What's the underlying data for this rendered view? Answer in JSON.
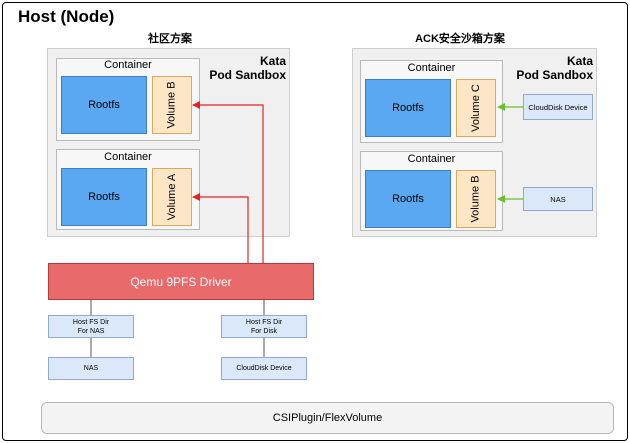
{
  "host": {
    "title": "Host (Node)"
  },
  "community": {
    "title": "社区方案",
    "sandbox_line1": "Kata",
    "sandbox_line2": "Pod Sandbox",
    "containers": [
      {
        "label": "Container",
        "rootfs": "Rootfs",
        "volume": "Volume B"
      },
      {
        "label": "Container",
        "rootfs": "Rootfs",
        "volume": "Volume A"
      }
    ],
    "driver": "Qemu 9PFS Driver",
    "host_dirs": [
      {
        "line1": "Host FS Dir",
        "line2": "For NAS",
        "backend": "NAS"
      },
      {
        "line1": "Host FS Dir",
        "line2": "For Disk",
        "backend": "CloudDisk Device"
      }
    ]
  },
  "ack": {
    "title": "ACK安全沙箱方案",
    "sandbox_line1": "Kata",
    "sandbox_line2": "Pod Sandbox",
    "containers": [
      {
        "label": "Container",
        "rootfs": "Rootfs",
        "volume": "Volume C",
        "device": "CloudDisk Device"
      },
      {
        "label": "Container",
        "rootfs": "Rootfs",
        "volume": "Volume B",
        "device": "NAS"
      }
    ]
  },
  "plugin": {
    "label": "CSIPlugin/FlexVolume"
  },
  "colors": {
    "red_arrow": "#e02424",
    "green_arrow": "#6abf2e",
    "connector": "#555555"
  }
}
